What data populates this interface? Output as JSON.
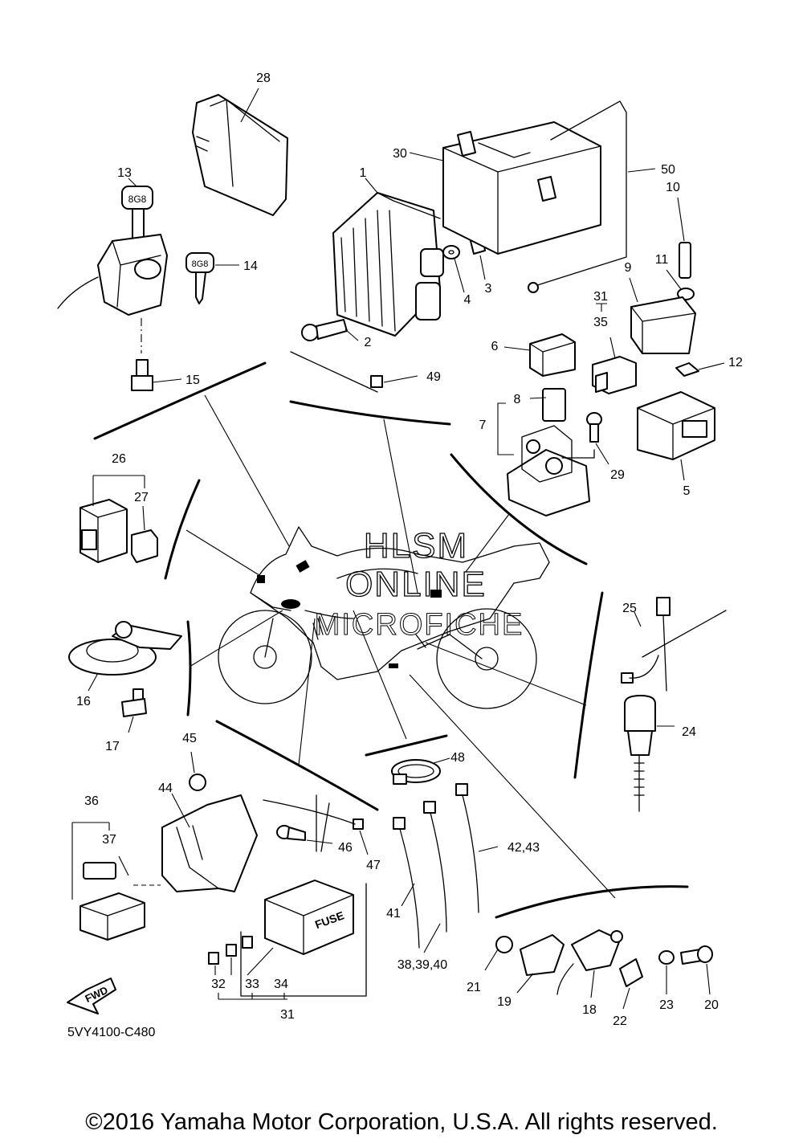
{
  "diagram": {
    "code": "5VY4100-C480",
    "watermark": {
      "line1": "HLSM",
      "line2": "ONLINE",
      "line3": "MICROFICHE"
    },
    "fwd_label": "FWD",
    "fuse_label": "FUSE",
    "key_text": "8G8",
    "labels": {
      "l1": "1",
      "l2": "2",
      "l3": "3",
      "l4": "4",
      "l5": "5",
      "l6": "6",
      "l7": "7",
      "l8": "8",
      "l9": "9",
      "l10": "10",
      "l11": "11",
      "l12": "12",
      "l13": "13",
      "l14": "14",
      "l15": "15",
      "l16": "16",
      "l17": "17",
      "l18": "18",
      "l19": "19",
      "l20": "20",
      "l21": "21",
      "l22": "22",
      "l23": "23",
      "l24": "24",
      "l25": "25",
      "l26": "26",
      "l27": "27",
      "l28": "28",
      "l29": "29",
      "l30": "30",
      "l31a": "31",
      "l31b": "31",
      "l32": "32",
      "l33": "33",
      "l34": "34",
      "l35": "35",
      "l36": "36",
      "l37": "37",
      "l38": "38,39,40",
      "l41": "41",
      "l42": "42,43",
      "l44": "44",
      "l45": "45",
      "l46": "46",
      "l47": "47",
      "l48": "48",
      "l49": "49",
      "l50": "50"
    }
  },
  "footer": {
    "copyright": "©2016 Yamaha Motor Corporation, U.S.A. All rights reserved."
  }
}
